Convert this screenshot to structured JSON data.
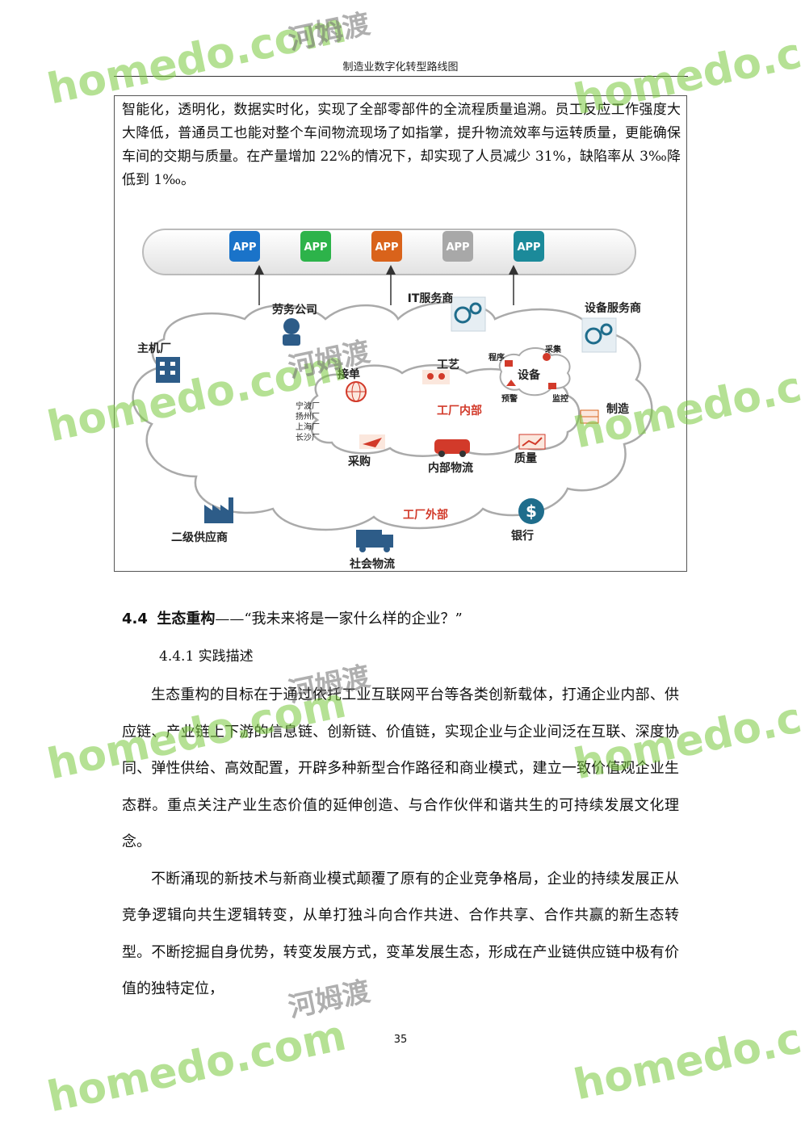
{
  "header": {
    "title": "制造业数字化转型路线图"
  },
  "intro_paragraph": "智能化，透明化，数据实时化，实现了全部零部件的全流程质量追溯。员工反应工作强度大大降低，普通员工也能对整个车间物流现场了如指掌，提升物流效率与运转质量，更能确保车间的交期与质量。在产量增加 22%的情况下，却实现了人员减少 31%，缺陷率从 3‰降低到 1‰。",
  "diagram": {
    "app_label": "APP",
    "app_colors": [
      "#1a73c9",
      "#2db34a",
      "#d9631b",
      "#a8a8a8",
      "#1b8a9a"
    ],
    "outer_nodes": {
      "labor": "劳务公司",
      "it_service": "IT服务商",
      "equipment_service": "设备服务商",
      "oem": "主机厂",
      "manufacturing": "制造",
      "tier2_supplier": "二级供应商",
      "bank": "银行",
      "social_logistics": "社会物流"
    },
    "inner_nodes": {
      "order": "接单",
      "process": "工艺",
      "program": "程序",
      "collect": "采集",
      "equipment": "设备",
      "alert": "预警",
      "monitor": "监控",
      "purchase": "采购",
      "internal_logistics": "内部物流",
      "quality": "质量"
    },
    "plants": [
      "宁波厂",
      "扬州厂",
      "上海厂",
      "长沙厂"
    ],
    "inside_label": "工厂内部",
    "outside_label": "工厂外部"
  },
  "section": {
    "number": "4.4",
    "title": "生态重构",
    "subtitle": "——“我未来将是一家什么样的企业？”"
  },
  "subsection": {
    "title": "4.4.1 实践描述"
  },
  "paragraphs": [
    "生态重构的目标在于通过依托工业互联网平台等各类创新载体，打通企业内部、供应链、产业链上下游的信息链、创新链、价值链，实现企业与企业间泛在互联、深度协同、弹性供给、高效配置，开辟多种新型合作路径和商业模式，建立一致价值观企业生态群。重点关注产业生态价值的延伸创造、与合作伙伴和谐共生的可持续发展文化理念。",
    "不断涌现的新技术与新商业模式颠覆了原有的企业竞争格局，企业的持续发展正从竞争逻辑向共生逻辑转变，从单打独斗向合作共进、合作共享、合作共赢的新生态转型。不断挖掘自身优势，转变发展方式，变革发展生态，形成在产业链供应链中极有价值的独特定位，"
  ],
  "page_number": "35",
  "watermark": {
    "text": "homedo.com",
    "brand": "河姆渡"
  }
}
